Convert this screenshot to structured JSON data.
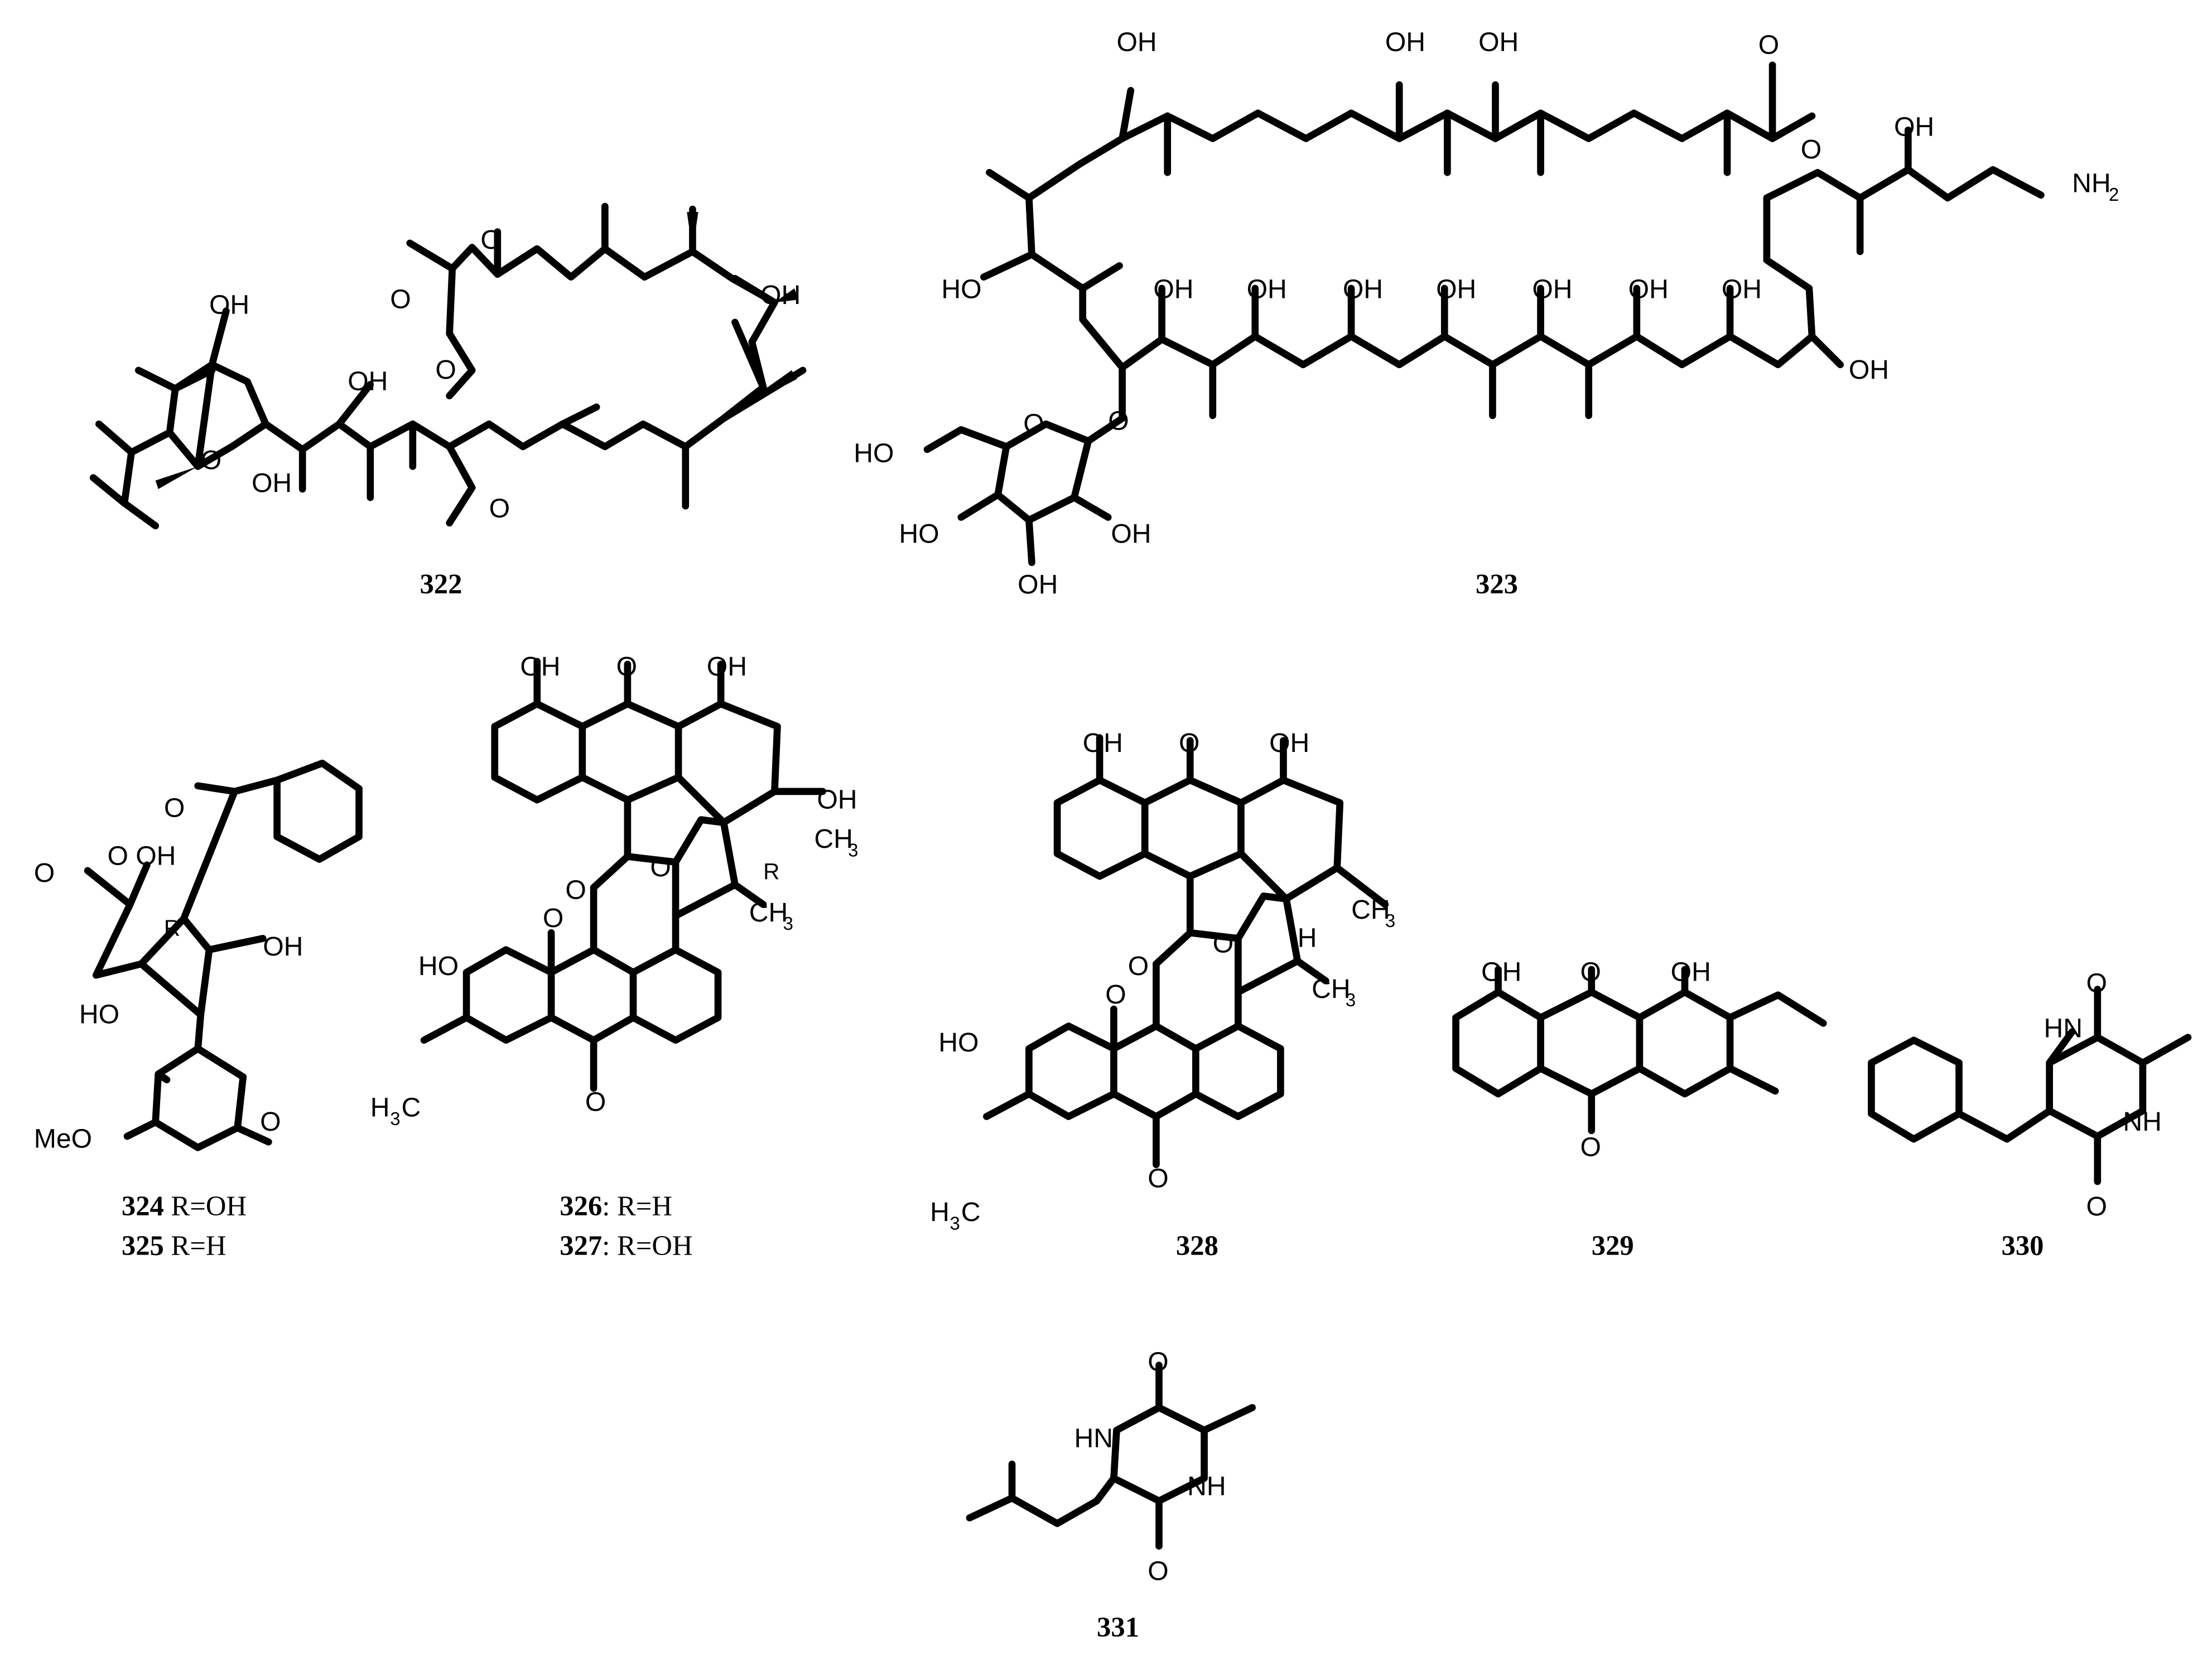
{
  "figure": {
    "compounds": [
      {
        "id": "cmp-322",
        "label": "322"
      },
      {
        "id": "cmp-323",
        "label": "323"
      },
      {
        "id": "cmp-324-325",
        "label_lines": [
          {
            "num": "324",
            "r": " R=OH"
          },
          {
            "num": "325",
            "r": " R=H"
          }
        ]
      },
      {
        "id": "cmp-326-327",
        "label_lines": [
          {
            "num": "326",
            "r": ": R=H"
          },
          {
            "num": "327",
            "r": ": R=OH"
          }
        ]
      },
      {
        "id": "cmp-328",
        "label": "328"
      },
      {
        "id": "cmp-329",
        "label": "329"
      },
      {
        "id": "cmp-330",
        "label": "330"
      },
      {
        "id": "cmp-331",
        "label": "331"
      }
    ]
  },
  "atoms": {
    "OH": "OH",
    "HO": "HO",
    "O": "O",
    "NH2": "NH",
    "NH2_sub": "2",
    "NH": "NH",
    "HN": "HN",
    "MeO": "MeO",
    "R": "R",
    "H": "H",
    "CH3": "CH",
    "CH3_sub": "3",
    "H3C": "H",
    "H3C_sub": "3",
    "H3C_tail": "C"
  }
}
